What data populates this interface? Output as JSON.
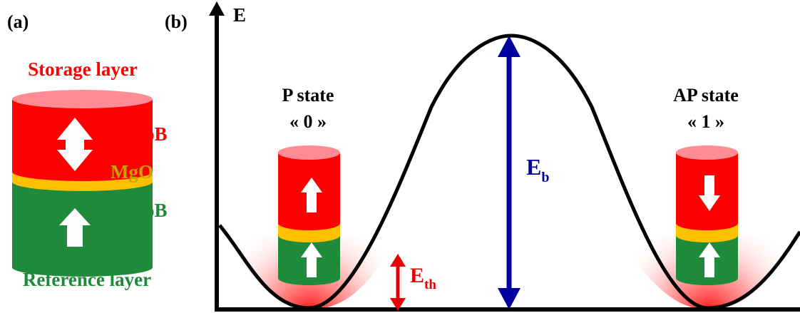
{
  "panel_a": {
    "label": "(a)",
    "storage_layer": "Storage layer",
    "layer_top": "FeCoB",
    "layer_mid": "MgO",
    "layer_bottom": "FeCoB",
    "reference_layer": "Reference layer",
    "storage_magnetization": "up-down",
    "reference_magnetization": "up"
  },
  "panel_b": {
    "label": "(b)",
    "axis_label": "E",
    "p_state": {
      "name": "P state",
      "value": "« 0 »",
      "free_layer_magnetization": "up",
      "reference_magnetization": "up"
    },
    "ap_state": {
      "name": "AP state",
      "value": "« 1 »",
      "free_layer_magnetization": "down",
      "reference_magnetization": "up"
    },
    "barrier_label": {
      "main": "E",
      "sub": "b"
    },
    "thermal_label": {
      "main": "E",
      "sub": "th"
    }
  },
  "colors": {
    "red_layer": "#ff0000",
    "red_top": "#ff8b94",
    "mgo": "#ffc000",
    "green_layer": "#1f8a3a",
    "text_red": "#ff0000",
    "text_gold": "#c9a100",
    "text_green": "#1f8a3a",
    "barrier_arrow": "#00009f",
    "thermal_arrow": "#e60000",
    "curve": "#000000"
  }
}
